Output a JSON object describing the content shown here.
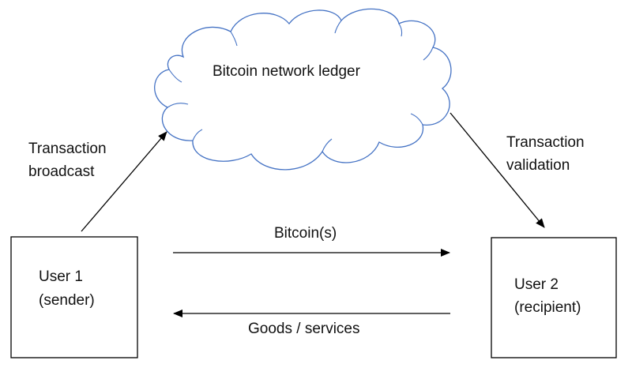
{
  "cloud": {
    "label": "Bitcoin network ledger"
  },
  "user1": {
    "line1": "User 1",
    "line2": "(sender)"
  },
  "user2": {
    "line1": "User 2",
    "line2": "(recipient)"
  },
  "broadcast": {
    "line1": "Transaction",
    "line2": "broadcast"
  },
  "validation": {
    "line1": "Transaction",
    "line2": "validation"
  },
  "bitcoin_arrow": {
    "label": "Bitcoin(s)"
  },
  "goods_arrow": {
    "label": "Goods / services"
  },
  "colors": {
    "stroke": "#000000",
    "cloud_stroke": "#4472c4",
    "background": "#ffffff"
  }
}
